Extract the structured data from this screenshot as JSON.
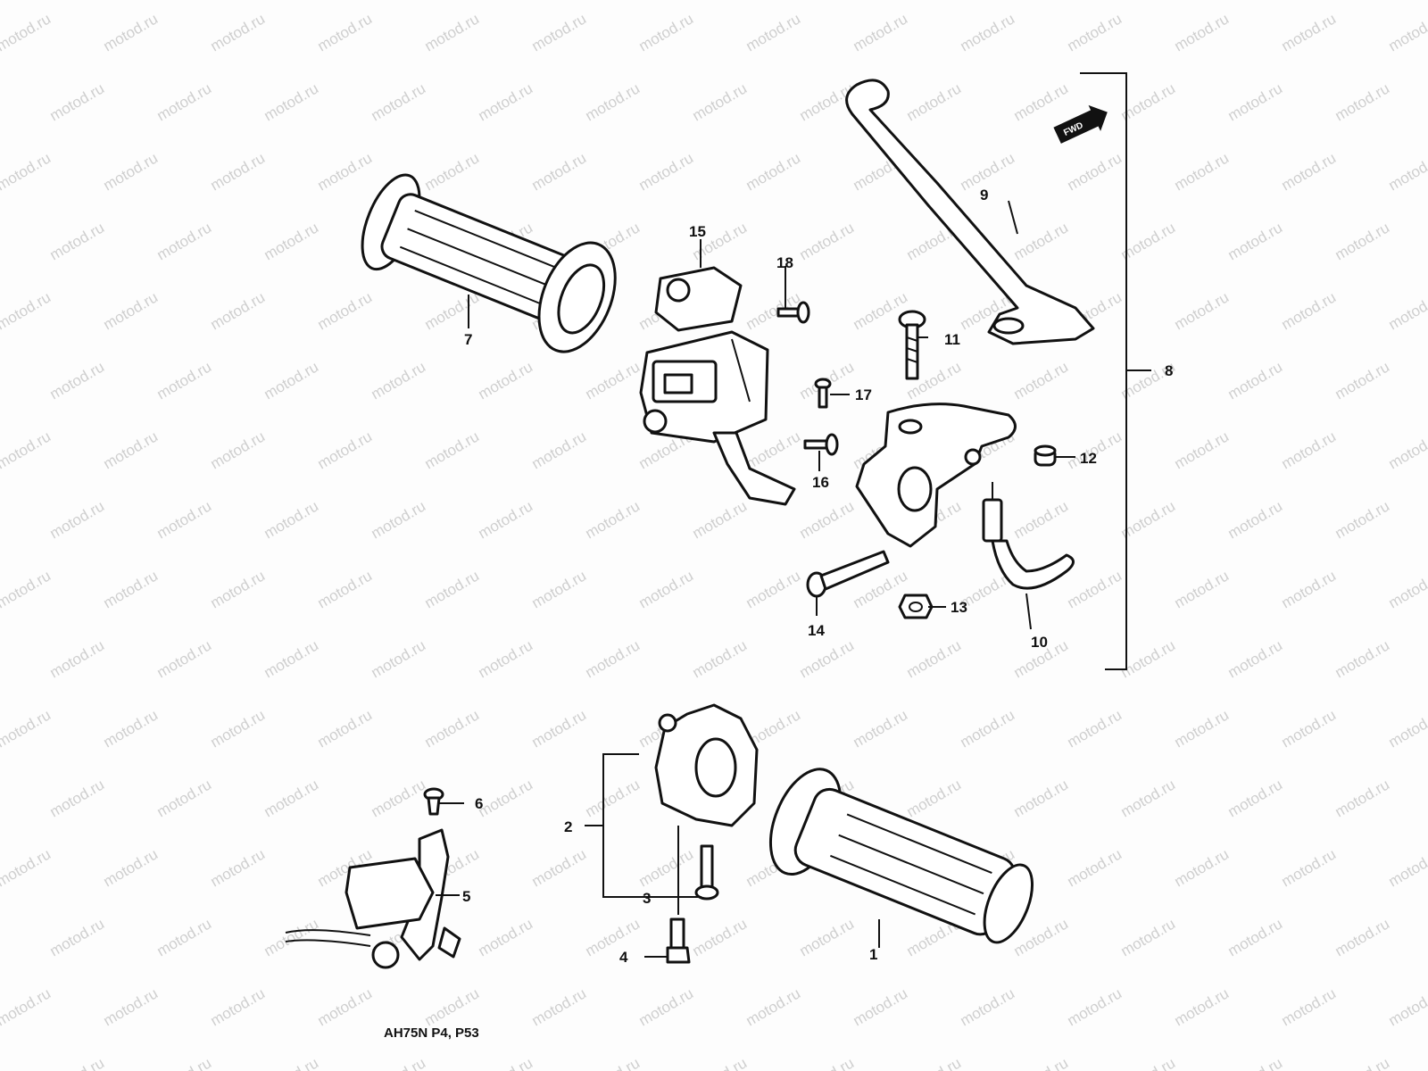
{
  "watermark": "motod.ru",
  "caption": "AH75N P4, P53",
  "direction_badge": "FWD",
  "callouts": [
    "1",
    "2",
    "3",
    "4",
    "5",
    "6",
    "7",
    "8",
    "9",
    "10",
    "11",
    "12",
    "13",
    "14",
    "15",
    "16",
    "17",
    "18"
  ]
}
